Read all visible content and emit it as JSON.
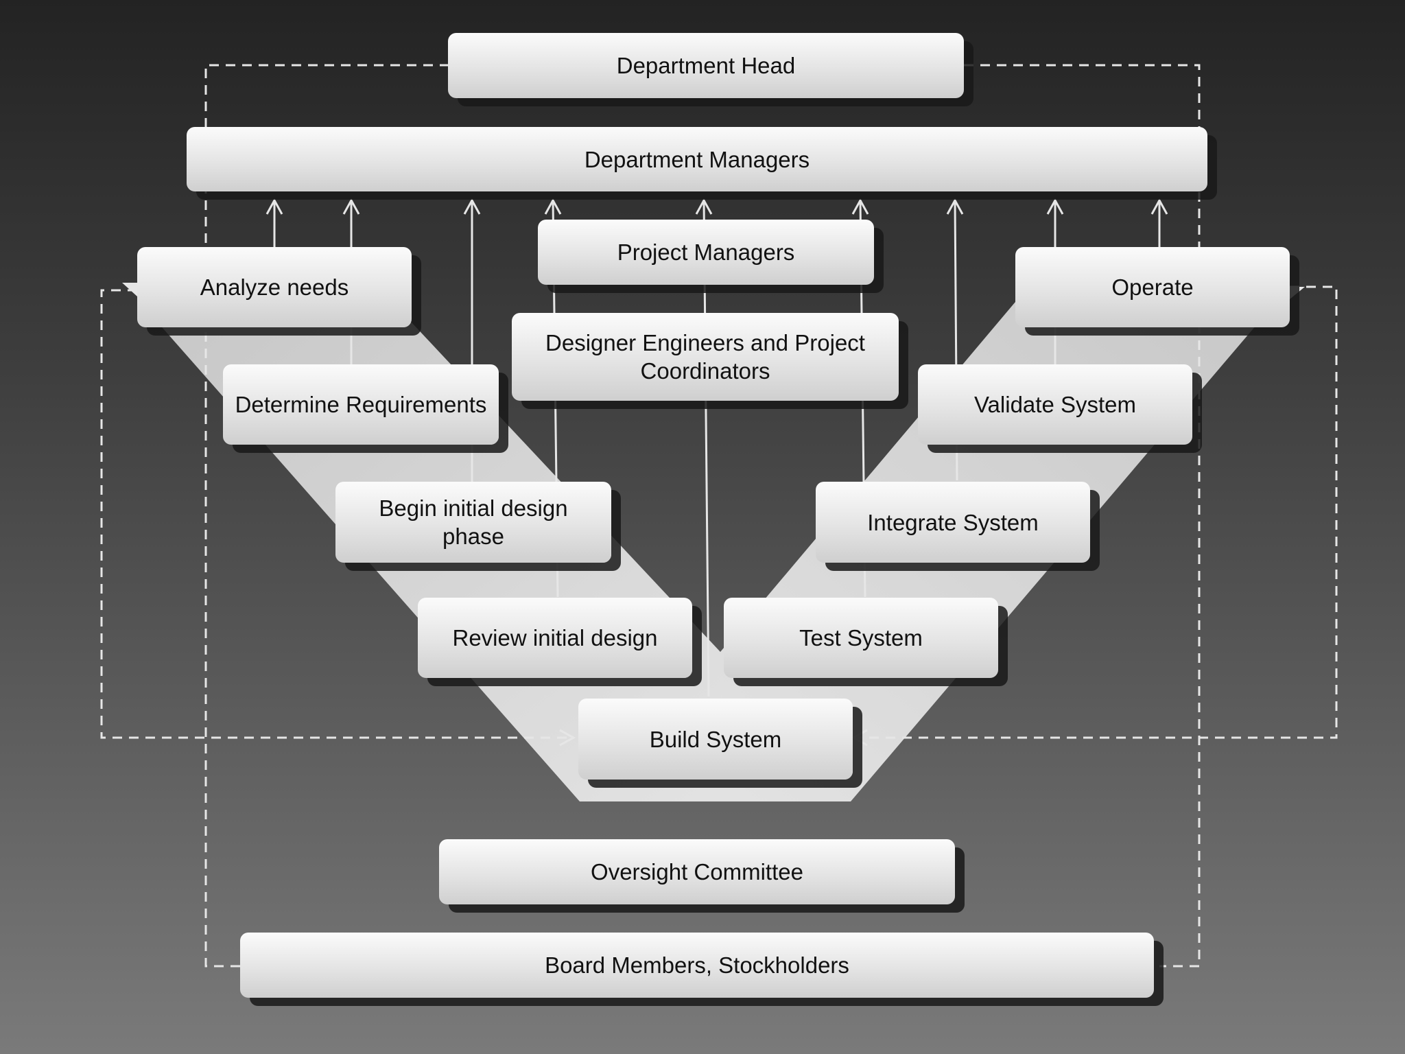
{
  "diagram": {
    "department_head": "Department Head",
    "department_managers": "Department Managers",
    "project_managers": "Project Managers",
    "designer_engineers": "Designer Engineers and Project Coordinators",
    "oversight_committee": "Oversight Committee",
    "board_members": "Board Members, Stockholders",
    "left_steps": [
      "Analyze needs",
      "Determine Requirements",
      "Begin initial design phase",
      "Review initial design"
    ],
    "bottom_step": "Build System",
    "right_steps": [
      "Operate",
      "Validate System",
      "Integrate System",
      "Test System"
    ]
  },
  "colors": {
    "box_top": "#fbfbfb",
    "box_bottom": "#cfcfcf",
    "band": "#d9d9d9",
    "connector": "#e6e6e6",
    "text": "#111111"
  }
}
